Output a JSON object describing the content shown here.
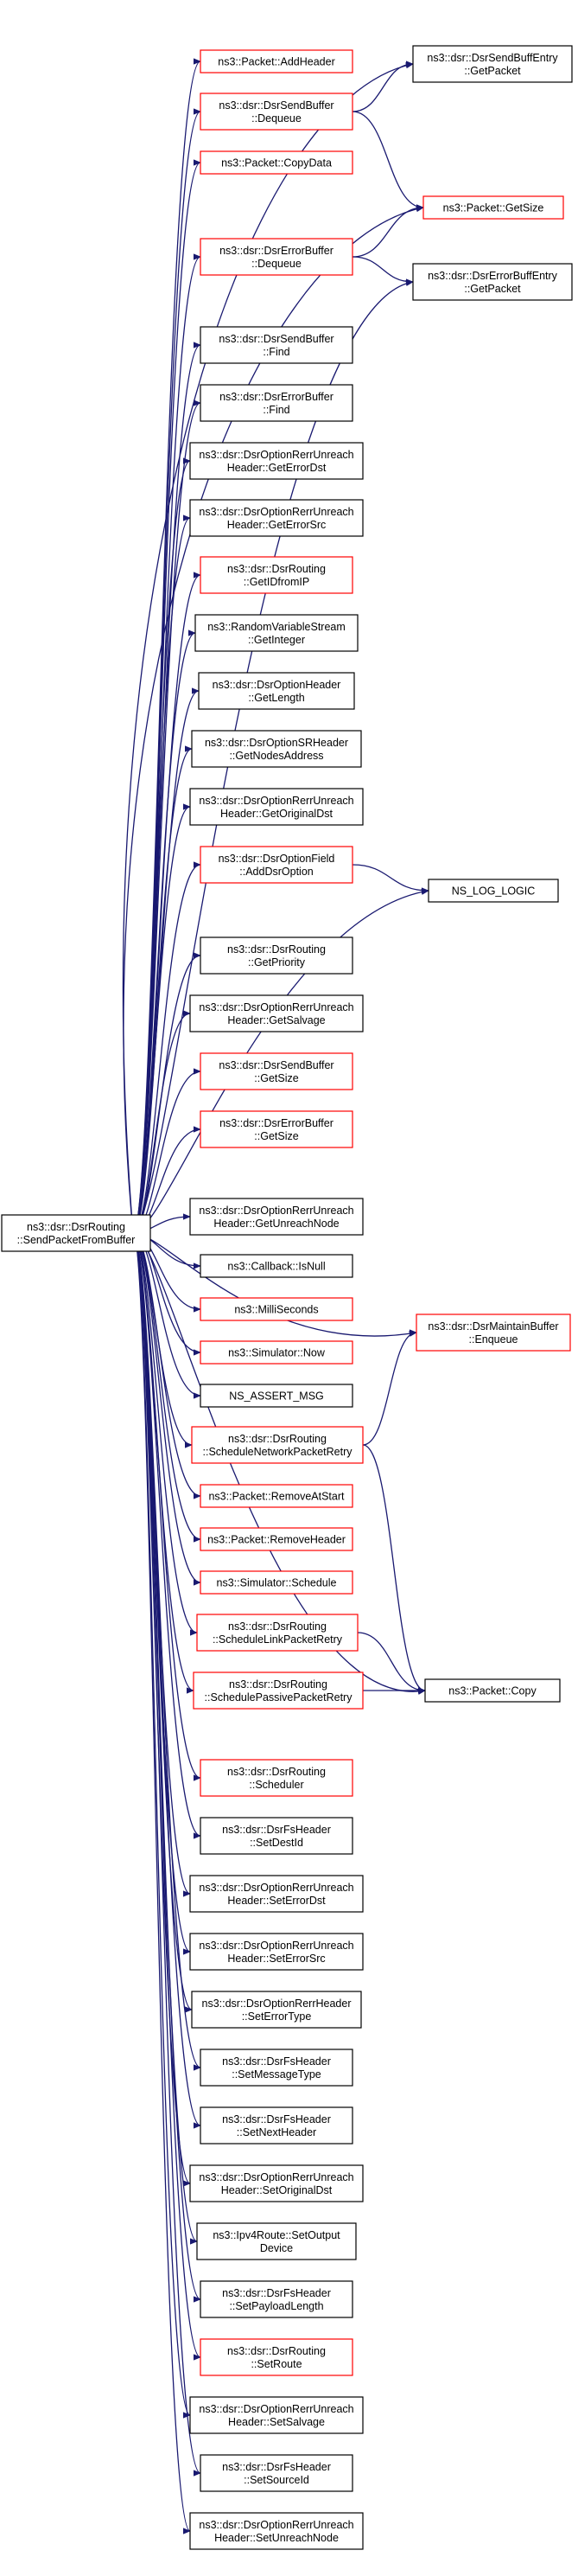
{
  "colors": {
    "edge": "#191970",
    "border_default": "#000000",
    "border_linked": "#ff0000",
    "root_fill": "#bfbfbf",
    "node_fill": "#ffffff"
  },
  "root": {
    "lines": [
      "ns3::dsr::DsrRouting",
      "::SendPacketFromBuffer"
    ]
  },
  "nodes": [
    {
      "id": "addheader",
      "lines": [
        "ns3::Packet::AddHeader"
      ],
      "border": "red"
    },
    {
      "id": "sendbuffer-dequeue",
      "lines": [
        "ns3::dsr::DsrSendBuffer",
        "::Dequeue"
      ],
      "border": "red"
    },
    {
      "id": "copydata",
      "lines": [
        "ns3::Packet::CopyData"
      ],
      "border": "red"
    },
    {
      "id": "errorbuffer-dequeue",
      "lines": [
        "ns3::dsr::DsrErrorBuffer",
        "::Dequeue"
      ],
      "border": "red"
    },
    {
      "id": "sendbuffer-find",
      "lines": [
        "ns3::dsr::DsrSendBuffer",
        "::Find"
      ],
      "border": "black"
    },
    {
      "id": "errorbuffer-find",
      "lines": [
        "ns3::dsr::DsrErrorBuffer",
        "::Find"
      ],
      "border": "black"
    },
    {
      "id": "geterrordst",
      "lines": [
        "ns3::dsr::DsrOptionRerrUnreach",
        "Header::GetErrorDst"
      ],
      "border": "black"
    },
    {
      "id": "geterrorsrc",
      "lines": [
        "ns3::dsr::DsrOptionRerrUnreach",
        "Header::GetErrorSrc"
      ],
      "border": "black"
    },
    {
      "id": "getidfromip",
      "lines": [
        "ns3::dsr::DsrRouting",
        "::GetIDfromIP"
      ],
      "border": "red"
    },
    {
      "id": "getinteger",
      "lines": [
        "ns3::RandomVariableStream",
        "::GetInteger"
      ],
      "border": "black"
    },
    {
      "id": "getlength",
      "lines": [
        "ns3::dsr::DsrOptionHeader",
        "::GetLength"
      ],
      "border": "black"
    },
    {
      "id": "getnodesaddress",
      "lines": [
        "ns3::dsr::DsrOptionSRHeader",
        "::GetNodesAddress"
      ],
      "border": "black"
    },
    {
      "id": "getoriginaldst",
      "lines": [
        "ns3::dsr::DsrOptionRerrUnreach",
        "Header::GetOriginalDst"
      ],
      "border": "black"
    },
    {
      "id": "adddsroption",
      "lines": [
        "ns3::dsr::DsrOptionField",
        "::AddDsrOption"
      ],
      "border": "red"
    },
    {
      "id": "getpriority",
      "lines": [
        "ns3::dsr::DsrRouting",
        "::GetPriority"
      ],
      "border": "black"
    },
    {
      "id": "getsalvage",
      "lines": [
        "ns3::dsr::DsrOptionRerrUnreach",
        "Header::GetSalvage"
      ],
      "border": "black"
    },
    {
      "id": "sendbuffer-getsize",
      "lines": [
        "ns3::dsr::DsrSendBuffer",
        "::GetSize"
      ],
      "border": "red"
    },
    {
      "id": "errorbuffer-getsize",
      "lines": [
        "ns3::dsr::DsrErrorBuffer",
        "::GetSize"
      ],
      "border": "red"
    },
    {
      "id": "getunreachnode",
      "lines": [
        "ns3::dsr::DsrOptionRerrUnreach",
        "Header::GetUnreachNode"
      ],
      "border": "black"
    },
    {
      "id": "isnull",
      "lines": [
        "ns3::Callback::IsNull"
      ],
      "border": "black"
    },
    {
      "id": "milliseconds",
      "lines": [
        "ns3::MilliSeconds"
      ],
      "border": "red"
    },
    {
      "id": "simulator-now",
      "lines": [
        "ns3::Simulator::Now"
      ],
      "border": "red"
    },
    {
      "id": "ns-assert-msg",
      "lines": [
        "NS_ASSERT_MSG"
      ],
      "border": "black"
    },
    {
      "id": "schedulenetworkpacketretry",
      "lines": [
        "ns3::dsr::DsrRouting",
        "::ScheduleNetworkPacketRetry"
      ],
      "border": "red"
    },
    {
      "id": "removeatstart",
      "lines": [
        "ns3::Packet::RemoveAtStart"
      ],
      "border": "red"
    },
    {
      "id": "removeheader",
      "lines": [
        "ns3::Packet::RemoveHeader"
      ],
      "border": "red"
    },
    {
      "id": "simulator-schedule",
      "lines": [
        "ns3::Simulator::Schedule"
      ],
      "border": "red"
    },
    {
      "id": "schedulelinkpacketretry",
      "lines": [
        "ns3::dsr::DsrRouting",
        "::ScheduleLinkPacketRetry"
      ],
      "border": "red"
    },
    {
      "id": "schedulepassivepacketretry",
      "lines": [
        "ns3::dsr::DsrRouting",
        "::SchedulePassivePacketRetry"
      ],
      "border": "red"
    },
    {
      "id": "scheduler",
      "lines": [
        "ns3::dsr::DsrRouting",
        "::Scheduler"
      ],
      "border": "red"
    },
    {
      "id": "setdestid",
      "lines": [
        "ns3::dsr::DsrFsHeader",
        "::SetDestId"
      ],
      "border": "black"
    },
    {
      "id": "seterrordst",
      "lines": [
        "ns3::dsr::DsrOptionRerrUnreach",
        "Header::SetErrorDst"
      ],
      "border": "black"
    },
    {
      "id": "seterrorsrc",
      "lines": [
        "ns3::dsr::DsrOptionRerrUnreach",
        "Header::SetErrorSrc"
      ],
      "border": "black"
    },
    {
      "id": "seterrortype",
      "lines": [
        "ns3::dsr::DsrOptionRerrHeader",
        "::SetErrorType"
      ],
      "border": "black"
    },
    {
      "id": "setmessagetype",
      "lines": [
        "ns3::dsr::DsrFsHeader",
        "::SetMessageType"
      ],
      "border": "black"
    },
    {
      "id": "setnextheader",
      "lines": [
        "ns3::dsr::DsrFsHeader",
        "::SetNextHeader"
      ],
      "border": "black"
    },
    {
      "id": "setoriginaldst",
      "lines": [
        "ns3::dsr::DsrOptionRerrUnreach",
        "Header::SetOriginalDst"
      ],
      "border": "black"
    },
    {
      "id": "setoutputdevice",
      "lines": [
        "ns3::Ipv4Route::SetOutput",
        "Device"
      ],
      "border": "black"
    },
    {
      "id": "setpayloadlength",
      "lines": [
        "ns3::dsr::DsrFsHeader",
        "::SetPayloadLength"
      ],
      "border": "black"
    },
    {
      "id": "setroute",
      "lines": [
        "ns3::dsr::DsrRouting",
        "::SetRoute"
      ],
      "border": "red"
    },
    {
      "id": "setsalvage",
      "lines": [
        "ns3::dsr::DsrOptionRerrUnreach",
        "Header::SetSalvage"
      ],
      "border": "black"
    },
    {
      "id": "setsourceid",
      "lines": [
        "ns3::dsr::DsrFsHeader",
        "::SetSourceId"
      ],
      "border": "black"
    },
    {
      "id": "setunreachnode",
      "lines": [
        "ns3::dsr::DsrOptionRerrUnreach",
        "Header::SetUnreachNode"
      ],
      "border": "black"
    },
    {
      "id": "sendbuffentry-getpacket",
      "lines": [
        "ns3::dsr::DsrSendBuffEntry",
        "::GetPacket"
      ],
      "border": "black"
    },
    {
      "id": "packet-getsize",
      "lines": [
        "ns3::Packet::GetSize"
      ],
      "border": "red"
    },
    {
      "id": "errorbuffentry-getpacket",
      "lines": [
        "ns3::dsr::DsrErrorBuffEntry",
        "::GetPacket"
      ],
      "border": "black"
    },
    {
      "id": "ns-log-logic",
      "lines": [
        "NS_LOG_LOGIC"
      ],
      "border": "black"
    },
    {
      "id": "maintainbuffer-enqueue",
      "lines": [
        "ns3::dsr::DsrMaintainBuffer",
        "::Enqueue"
      ],
      "border": "red"
    },
    {
      "id": "packet-copy",
      "lines": [
        "ns3::Packet::Copy"
      ],
      "border": "black"
    }
  ],
  "edges": [
    [
      "root",
      "sendbuffentry-getpacket"
    ],
    [
      "root",
      "addheader"
    ],
    [
      "root",
      "sendbuffer-dequeue"
    ],
    [
      "root",
      "copydata"
    ],
    [
      "root",
      "packet-getsize"
    ],
    [
      "root",
      "errorbuffer-dequeue"
    ],
    [
      "root",
      "errorbuffentry-getpacket"
    ],
    [
      "root",
      "sendbuffer-find"
    ],
    [
      "root",
      "errorbuffer-find"
    ],
    [
      "root",
      "geterrordst"
    ],
    [
      "root",
      "geterrorsrc"
    ],
    [
      "root",
      "getidfromip"
    ],
    [
      "root",
      "getinteger"
    ],
    [
      "root",
      "getlength"
    ],
    [
      "root",
      "getnodesaddress"
    ],
    [
      "root",
      "getoriginaldst"
    ],
    [
      "root",
      "adddsroption"
    ],
    [
      "root",
      "ns-log-logic"
    ],
    [
      "root",
      "getpriority"
    ],
    [
      "root",
      "getsalvage"
    ],
    [
      "root",
      "sendbuffer-getsize"
    ],
    [
      "root",
      "errorbuffer-getsize"
    ],
    [
      "root",
      "maintainbuffer-enqueue"
    ],
    [
      "root",
      "getunreachnode"
    ],
    [
      "root",
      "isnull"
    ],
    [
      "root",
      "milliseconds"
    ],
    [
      "root",
      "simulator-now"
    ],
    [
      "root",
      "ns-assert-msg"
    ],
    [
      "root",
      "schedulenetworkpacketretry"
    ],
    [
      "root",
      "removeatstart"
    ],
    [
      "root",
      "removeheader"
    ],
    [
      "root",
      "simulator-schedule"
    ],
    [
      "root",
      "schedulelinkpacketretry"
    ],
    [
      "root",
      "schedulepassivepacketretry"
    ],
    [
      "root",
      "packet-copy"
    ],
    [
      "root",
      "scheduler"
    ],
    [
      "root",
      "setdestid"
    ],
    [
      "root",
      "seterrordst"
    ],
    [
      "root",
      "seterrorsrc"
    ],
    [
      "root",
      "seterrortype"
    ],
    [
      "root",
      "setmessagetype"
    ],
    [
      "root",
      "setnextheader"
    ],
    [
      "root",
      "setoriginaldst"
    ],
    [
      "root",
      "setoutputdevice"
    ],
    [
      "root",
      "setpayloadlength"
    ],
    [
      "root",
      "setroute"
    ],
    [
      "root",
      "setsalvage"
    ],
    [
      "root",
      "setsourceid"
    ],
    [
      "root",
      "setunreachnode"
    ],
    [
      "sendbuffer-dequeue",
      "sendbuffentry-getpacket"
    ],
    [
      "sendbuffer-dequeue",
      "packet-getsize"
    ],
    [
      "errorbuffer-dequeue",
      "packet-getsize"
    ],
    [
      "errorbuffer-dequeue",
      "errorbuffentry-getpacket"
    ],
    [
      "adddsroption",
      "ns-log-logic"
    ],
    [
      "schedulenetworkpacketretry",
      "maintainbuffer-enqueue"
    ],
    [
      "schedulenetworkpacketretry",
      "packet-copy"
    ],
    [
      "schedulelinkpacketretry",
      "packet-copy"
    ],
    [
      "schedulepassivepacketretry",
      "packet-copy"
    ]
  ]
}
